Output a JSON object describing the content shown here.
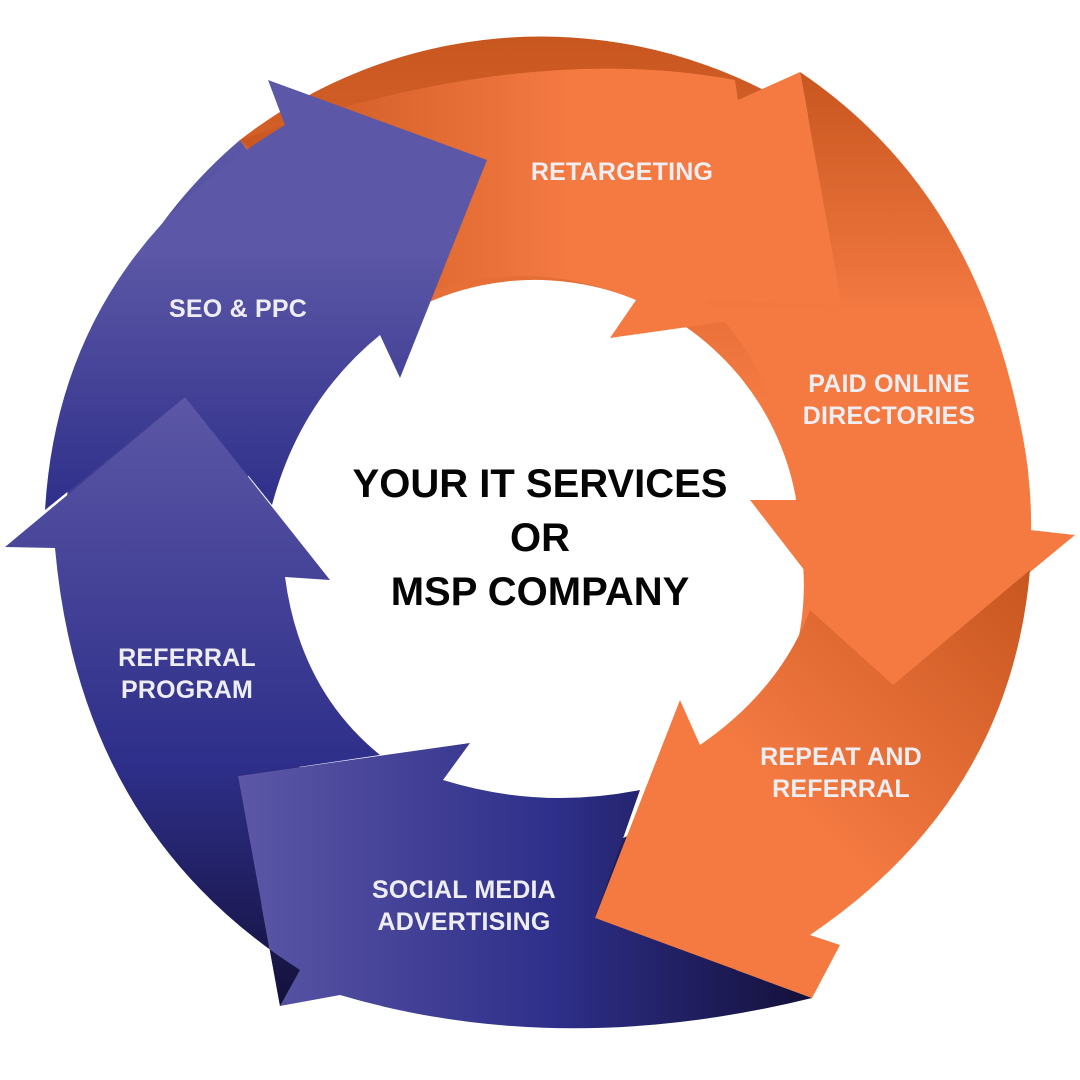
{
  "center": {
    "lines": [
      "YOUR IT SERVICES",
      "OR",
      "MSP COMPANY"
    ]
  },
  "segments": [
    {
      "id": "retargeting",
      "lines": [
        "RETARGETING"
      ]
    },
    {
      "id": "paid-online-directories",
      "lines": [
        "PAID ONLINE",
        "DIRECTORIES"
      ]
    },
    {
      "id": "repeat-and-referral",
      "lines": [
        "REPEAT AND",
        "REFERRAL"
      ]
    },
    {
      "id": "social-media-advertising",
      "lines": [
        "SOCIAL MEDIA",
        "ADVERTISING"
      ]
    },
    {
      "id": "referral-program",
      "lines": [
        "REFERRAL",
        "PROGRAM"
      ]
    },
    {
      "id": "seo-ppc",
      "lines": [
        "SEO & PPC"
      ]
    }
  ],
  "colors": {
    "orange_light": "#f47a42",
    "orange_dark": "#c8561f",
    "purple_light": "#5c57a6",
    "purple_mid": "#2e2f8a",
    "purple_dark": "#14103a",
    "label_text": "#eeeef2",
    "center_text": "#050505"
  }
}
